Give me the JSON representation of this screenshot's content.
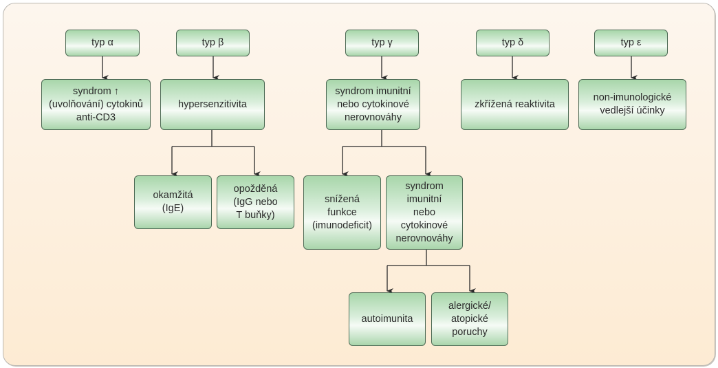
{
  "diagram": {
    "types": {
      "alpha": {
        "label": "typ α",
        "child": "syndrom ↑\n(uvolňování) cytokinů\nanti-CD3"
      },
      "beta": {
        "label": "typ β",
        "child": "hypersenzitivita",
        "subtypes": [
          "okamžitá\n(IgE)",
          "opožděná\n(IgG nebo\nT buňky)"
        ]
      },
      "gamma": {
        "label": "typ γ",
        "child": "syndrom imunitní\nnebo cytokinové\nnerovnováhy",
        "subtypes": [
          "snížená\nfunkce\n(imunodeficit)",
          "syndrom\nimunitní\nnebo\ncytokinové\nnerovnováhy"
        ],
        "sub_subtypes": [
          "autoimunita",
          "alergické/\natopické\nporuchy"
        ]
      },
      "delta": {
        "label": "typ δ",
        "child": "zkřížená reaktivita"
      },
      "epsilon": {
        "label": "typ ε",
        "child": "non-imunologické\nvedlejší účinky"
      }
    },
    "colors": {
      "box_fill": "#a8d6aa",
      "box_border": "#4d6a55",
      "background": "#fdebd3",
      "connector": "#2a2a2a"
    }
  }
}
